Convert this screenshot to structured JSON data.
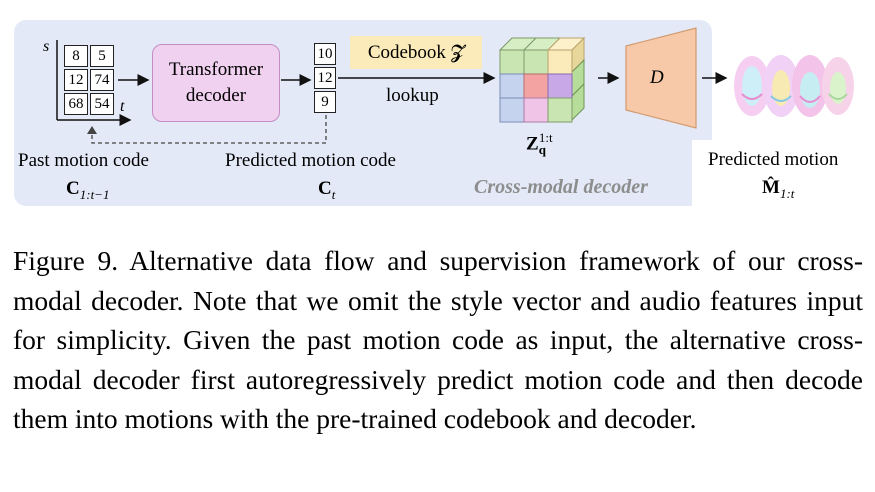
{
  "figure": {
    "grid_axis_s": "s",
    "grid_axis_t": "t",
    "past_grid": [
      "8",
      "5",
      "12",
      "74",
      "68",
      "54"
    ],
    "transformer_line1": "Transformer",
    "transformer_line2": "decoder",
    "predicted_cells": [
      "10",
      "12",
      "9"
    ],
    "codebook_label": "Codebook 𝓩",
    "lookup_label": "lookup",
    "zq_base": "Z",
    "zq_sub": "q",
    "zq_sup": "1:t",
    "decoder_label": "D",
    "past_label": "Past motion code",
    "past_symbol_base": "C",
    "past_symbol_sub": "1:t−1",
    "pred_code_label": "Predicted motion code",
    "pred_code_symbol_base": "C",
    "pred_code_symbol_sub": "t",
    "cross_modal_label": "Cross-modal decoder",
    "pred_motion_label": "Predicted motion",
    "pred_motion_symbol_base": "M̂",
    "pred_motion_symbol_sub": "1:t",
    "colors": {
      "panel": "#e3e9f6",
      "transformer_fill": "#f0d1f0",
      "codebook_fill": "#fbeaba",
      "decoder_fill": "#f7c9a8",
      "cube_green": "#c9e5b2",
      "cube_yellow": "#fbeaba",
      "cube_blue": "#c5d3ef",
      "cube_red": "#f4a3a3",
      "cube_purple": "#c9a8e8"
    }
  },
  "caption": {
    "text": "Figure 9. Alternative data flow and supervision framework of our cross-modal decoder. Note that we omit the style vector and audio features input for simplicity. Given the past motion code as input, the alternative cross-modal decoder first autoregressively predict motion code and then decode them into motions with the pre-trained codebook and decoder."
  }
}
